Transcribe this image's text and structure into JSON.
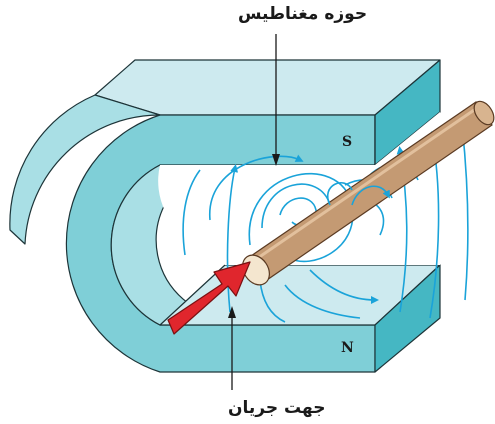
{
  "labels": {
    "magnetic_field": "حوزه مغناطیس",
    "current_direction": "جهت جریان",
    "pole_south": "S",
    "pole_north": "N"
  },
  "colors": {
    "magnet_top": "#cdeaef",
    "magnet_front": "#7fcfd7",
    "magnet_side": "#45b7c3",
    "magnet_inner": "#a9dfe5",
    "magnet_outline": "#1d3438",
    "field_lines": "#1aa3d9",
    "wire_body": "#c49a73",
    "wire_end": "#f4e6cf",
    "arrow": "#e0262d"
  },
  "icons": {
    "magnet": "horseshoe-magnet-icon",
    "wire": "current-carrying-wire-icon",
    "current_arrow": "red-arrow-icon"
  }
}
